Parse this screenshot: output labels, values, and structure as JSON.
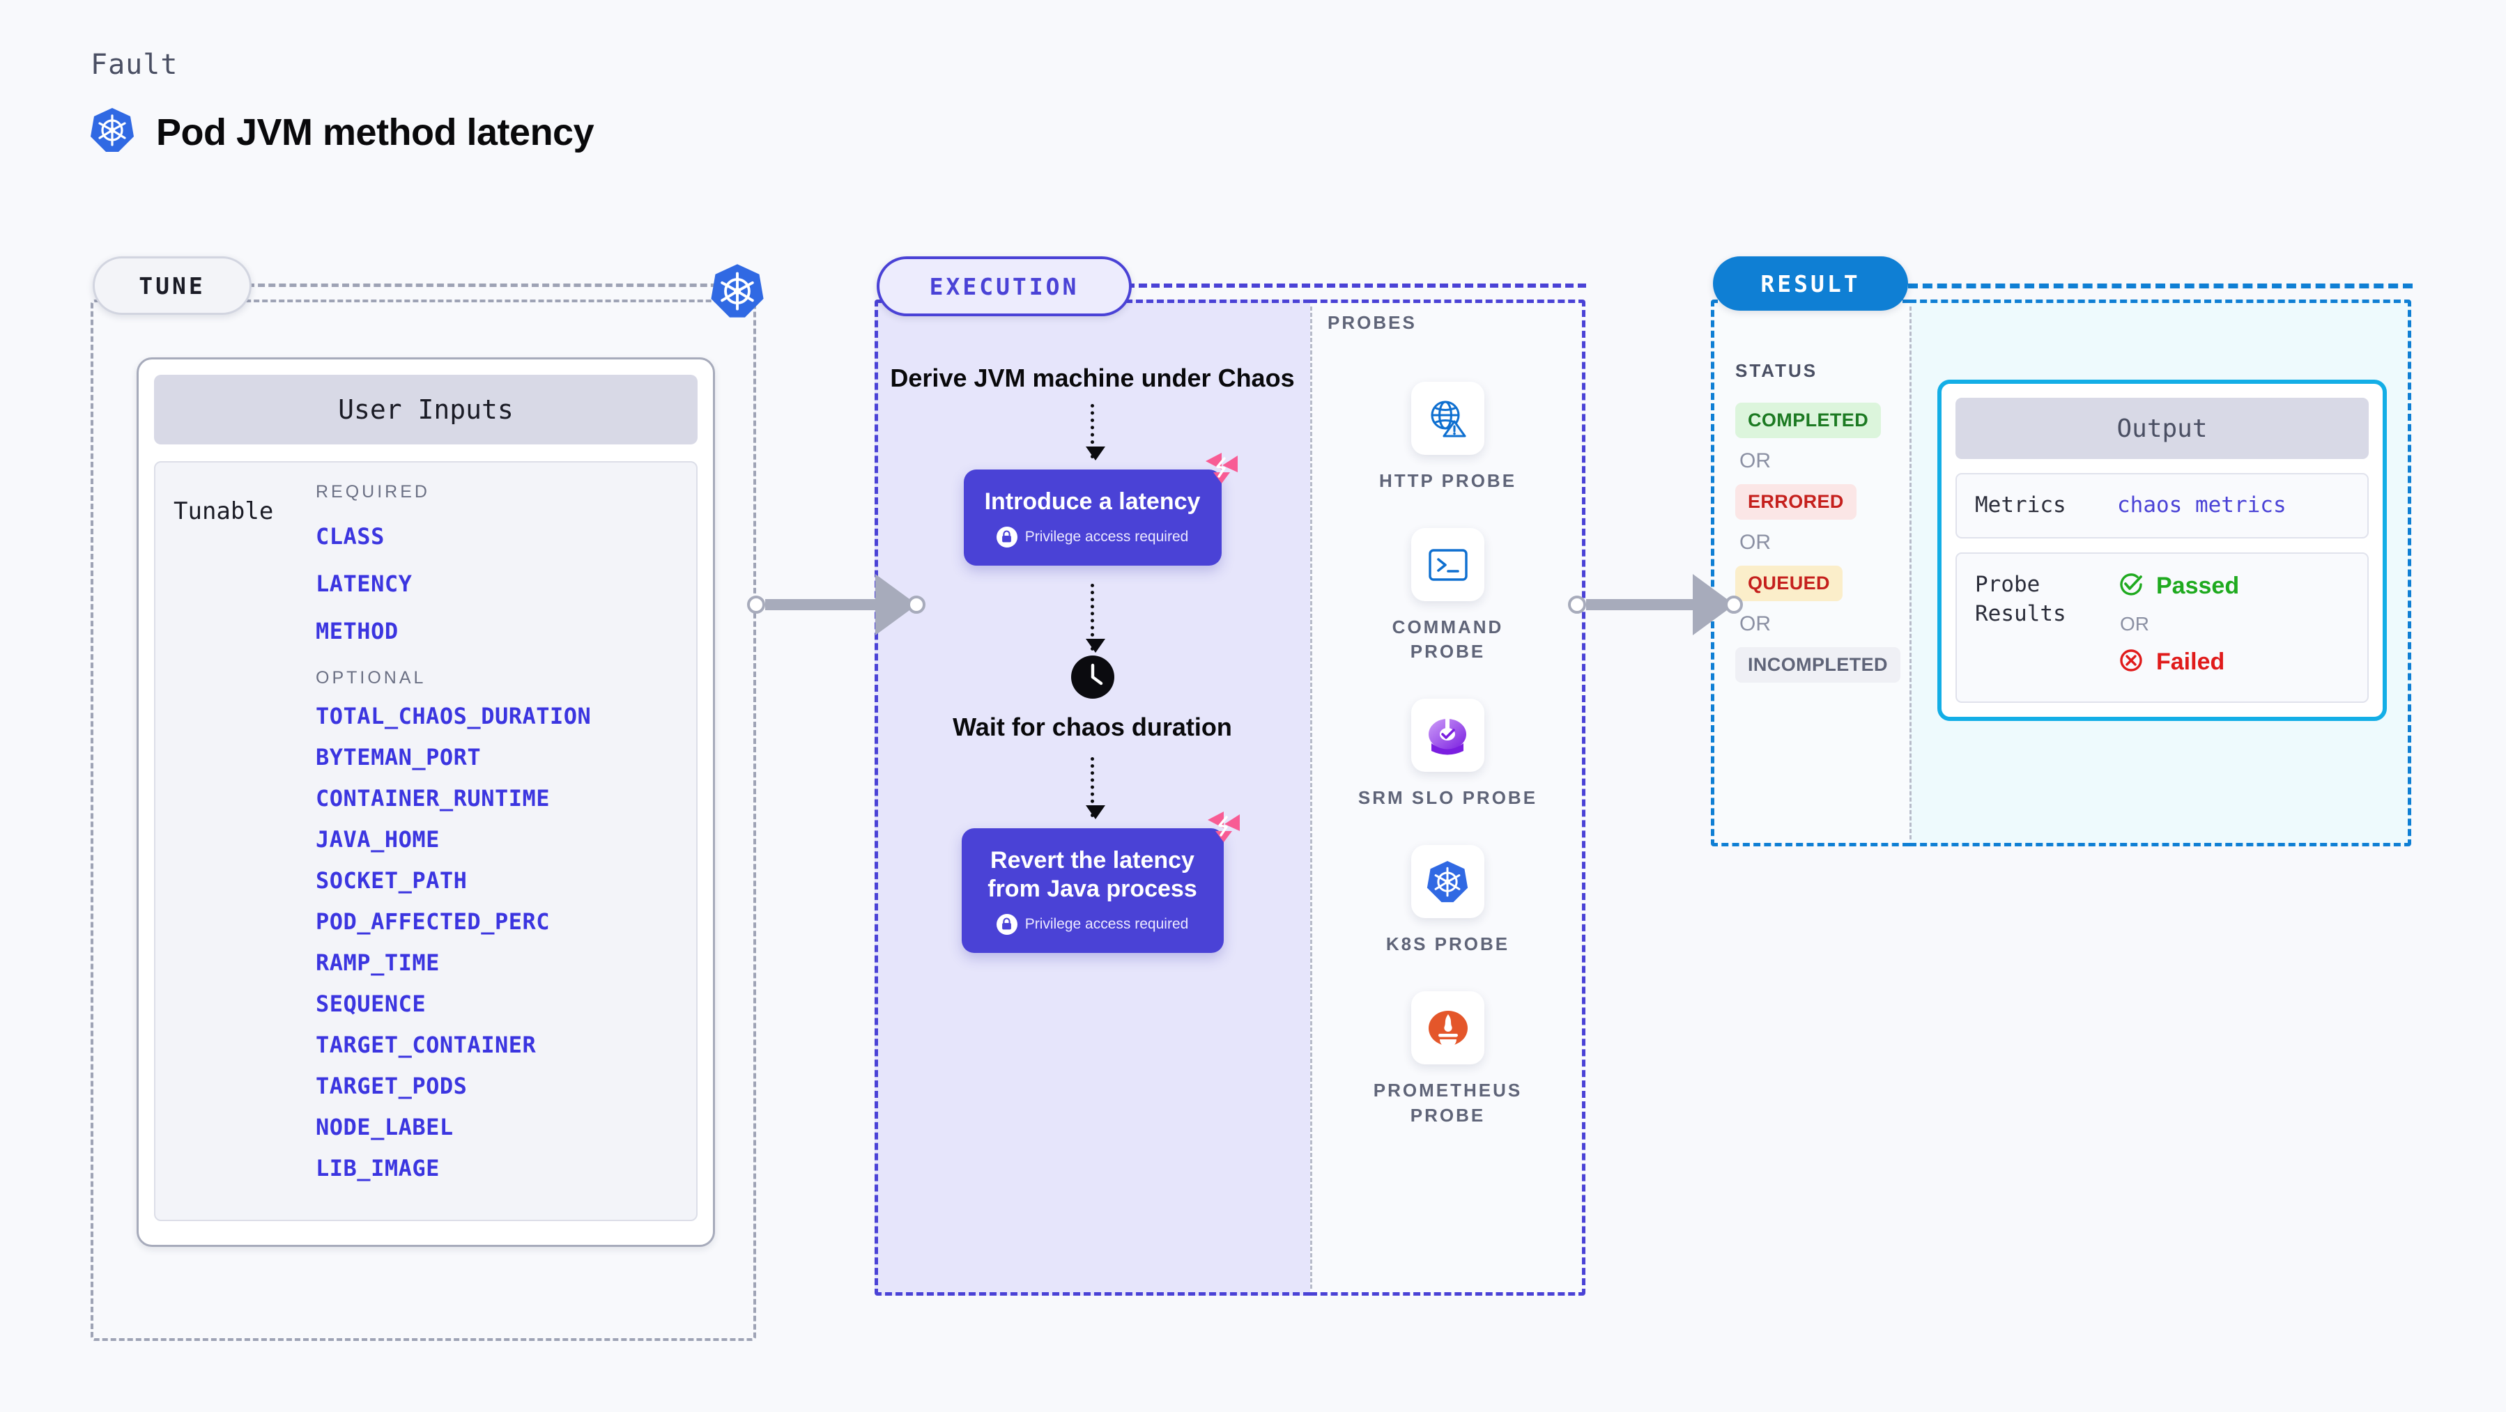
{
  "header": {
    "kicker": "Fault",
    "title": "Pod JVM method latency",
    "icon": "kubernetes-icon"
  },
  "tune": {
    "pill_label": "TUNE",
    "badge_icon": "kubernetes-icon",
    "card": {
      "header": "User Inputs",
      "row_label": "Tunable",
      "required_heading": "REQUIRED",
      "required": [
        "CLASS",
        "LATENCY",
        "METHOD"
      ],
      "optional_heading": "OPTIONAL",
      "optional": [
        "TOTAL_CHAOS_DURATION",
        "BYTEMAN_PORT",
        "CONTAINER_RUNTIME",
        "JAVA_HOME",
        "SOCKET_PATH",
        "POD_AFFECTED_PERC",
        "RAMP_TIME",
        "SEQUENCE",
        "TARGET_CONTAINER",
        "TARGET_PODS",
        "NODE_LABEL",
        "LIB_IMAGE"
      ]
    }
  },
  "execution": {
    "pill_label": "EXECUTION",
    "step1_title": "Derive JVM machine under Chaos",
    "step2": {
      "title": "Introduce a latency",
      "subtitle": "Privilege access required",
      "lock_icon": "lock-icon",
      "corner_icon": "litmus-chaos-icon"
    },
    "step3": {
      "icon": "clock-icon",
      "title": "Wait for chaos duration"
    },
    "step4": {
      "title": "Revert the latency from Java process",
      "subtitle": "Privilege access required",
      "lock_icon": "lock-icon",
      "corner_icon": "litmus-chaos-icon"
    }
  },
  "probes": {
    "title": "PROBES",
    "items": [
      {
        "label": "HTTP PROBE",
        "icon": "globe-warning-icon"
      },
      {
        "label": "COMMAND PROBE",
        "icon": "terminal-icon"
      },
      {
        "label": "SRM SLO PROBE",
        "icon": "slo-gauge-icon"
      },
      {
        "label": "K8S PROBE",
        "icon": "kubernetes-icon"
      },
      {
        "label": "PROMETHEUS PROBE",
        "icon": "prometheus-icon"
      }
    ]
  },
  "result": {
    "pill_label": "RESULT",
    "status_title": "STATUS",
    "or_label": "OR",
    "statuses": [
      {
        "label": "COMPLETED",
        "color": "#1c7a22",
        "bg": "#dcf5dc"
      },
      {
        "label": "ERRORED",
        "color": "#c5201d",
        "bg": "#fbe6e6"
      },
      {
        "label": "QUEUED",
        "color": "#c5201d",
        "bg": "#fbeeca"
      },
      {
        "label": "INCOMPLETED",
        "color": "#5f6478",
        "bg": "#eff0f5"
      }
    ]
  },
  "output": {
    "header": "Output",
    "metrics_key": "Metrics",
    "metrics_value": "chaos metrics",
    "probe_results_key": "Probe Results",
    "or_label": "OR",
    "passed_label": "Passed",
    "passed_icon": "check-circle-icon",
    "passed_color": "#1faa1f",
    "failed_label": "Failed",
    "failed_icon": "x-circle-icon",
    "failed_color": "#e01b1b"
  },
  "connectors": {
    "arrow_icon": "right-arrow-connector",
    "count": 2
  },
  "colors": {
    "accent_execution": "#4a42d6",
    "accent_result": "#0f7fd4",
    "accent_output": "#13aee6",
    "param_blue": "#3b35e0",
    "neutral_dash": "#9ea3b5",
    "page_bg": "#f8f9fc"
  }
}
